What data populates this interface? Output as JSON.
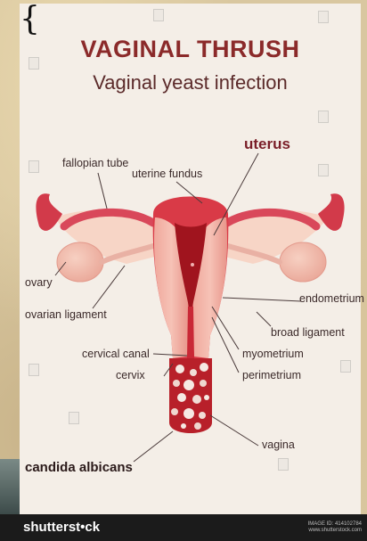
{
  "title": "VAGINAL THRUSH",
  "subtitle": "Vaginal yeast infection",
  "labels": {
    "fallopian_tube": "fallopian tube",
    "uterus": "uterus",
    "uterine_fundus": "uterine fundus",
    "ovary": "ovary",
    "ovarian_ligament": "ovarian ligament",
    "endometrium": "endometrium",
    "broad_ligament": "broad ligament",
    "cervical_canal": "cervical canal",
    "myometrium": "myometrium",
    "cervix": "cervix",
    "perimetrium": "perimetrium",
    "vagina": "vagina",
    "candida_albicans": "candida albicans"
  },
  "footer": {
    "logo": "shutterst•ck",
    "image_id": "IMAGE ID: 414102784",
    "site": "www.shutterstock.com"
  },
  "colors": {
    "title": "#8b2a2a",
    "tissue": "#e8958a",
    "tissue_dark": "#b8202a",
    "background": "#f4eee7"
  }
}
